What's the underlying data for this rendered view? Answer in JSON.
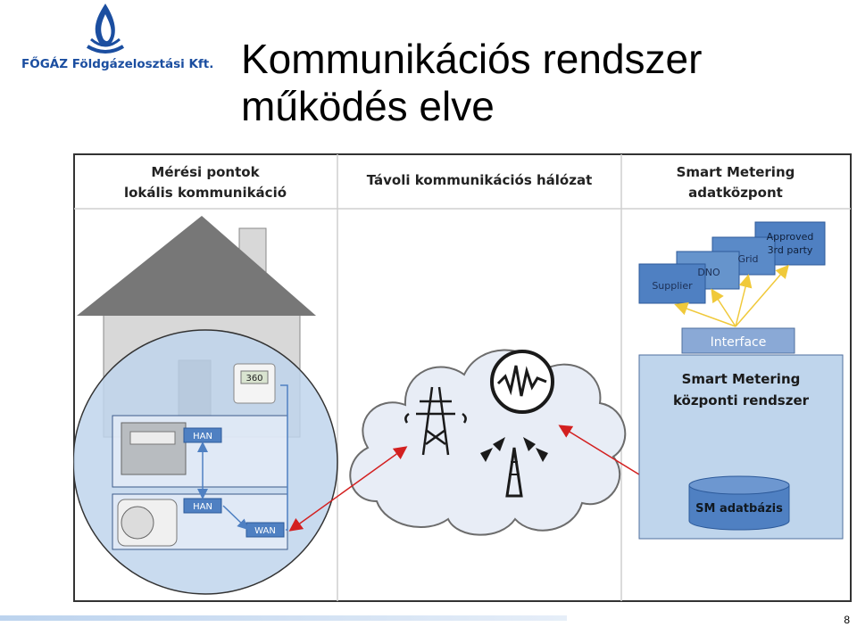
{
  "header": {
    "logo_text": "FŐGÁZ Földgázelosztási Kft.",
    "title_line1": "Kommunikációs rendszer",
    "title_line2": "működés elve"
  },
  "diagram": {
    "col1_title_line1": "Mérési pontok",
    "col1_title_line2": "lokális kommunikáció",
    "col2_title": "Távoli kommunikációs hálózat",
    "col3_title_line1": "Smart Metering",
    "col3_title_line2": "adatközpont",
    "display_value": "360",
    "han_label_1": "HAN",
    "han_label_2": "HAN",
    "wan_label": "WAN",
    "stack_cards": [
      "Supplier",
      "DNO",
      "Grid",
      "Approved"
    ],
    "approved_line2": "3rd party",
    "interface_label": "Interface",
    "central_line1": "Smart Metering",
    "central_line2": "központi rendszer",
    "database_label": "SM adatbázis"
  },
  "colors": {
    "brand_blue": "#1b4ea0",
    "panel_bg": "#bfd5ec",
    "card_blue": "#4f80c2",
    "arrow_red": "#d32020",
    "arrow_yellow": "#f0c93a",
    "house_roof": "#777777"
  },
  "footer": {
    "page_number": "8"
  }
}
